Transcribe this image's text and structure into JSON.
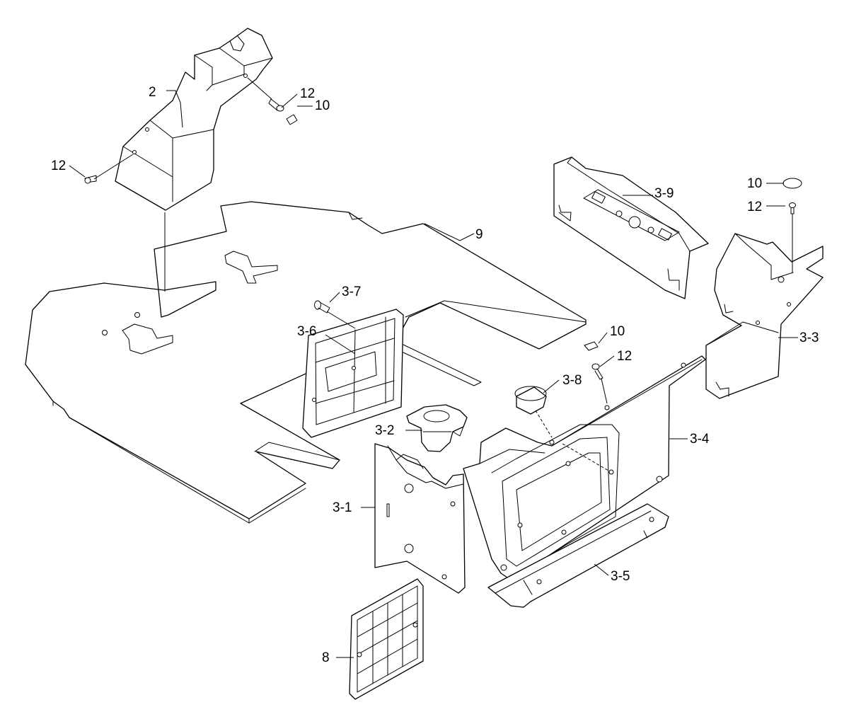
{
  "colors": {
    "line": "#000000",
    "background": "#ffffff"
  },
  "callouts": [
    {
      "id": "2",
      "text": "2"
    },
    {
      "id": "12a",
      "text": "12"
    },
    {
      "id": "10a",
      "text": "10"
    },
    {
      "id": "12b",
      "text": "12"
    },
    {
      "id": "9",
      "text": "9"
    },
    {
      "id": "3-9",
      "text": "3-9"
    },
    {
      "id": "10b",
      "text": "10"
    },
    {
      "id": "12c",
      "text": "12"
    },
    {
      "id": "3-7",
      "text": "3-7"
    },
    {
      "id": "3-6",
      "text": "3-6"
    },
    {
      "id": "10c",
      "text": "10"
    },
    {
      "id": "12d",
      "text": "12"
    },
    {
      "id": "3-3",
      "text": "3-3"
    },
    {
      "id": "3-8",
      "text": "3-8"
    },
    {
      "id": "3-2",
      "text": "3-2"
    },
    {
      "id": "3-4",
      "text": "3-4"
    },
    {
      "id": "3-1",
      "text": "3-1"
    },
    {
      "id": "3-5",
      "text": "3-5"
    },
    {
      "id": "8",
      "text": "8"
    }
  ]
}
